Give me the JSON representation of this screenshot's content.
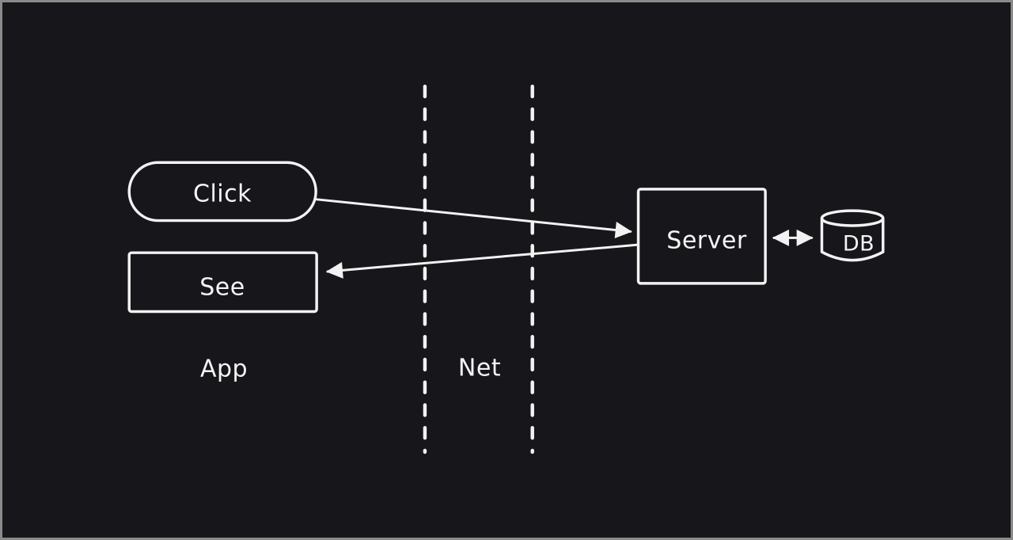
{
  "theme": {
    "canvas-bg": "#17171b",
    "frame-border": "#8a8a8a",
    "stroke": "#f2f2f2",
    "text": "#f5f5f5"
  },
  "diagram": {
    "style": "hand-drawn whiteboard sketch, white strokes on dark canvas",
    "nodes": {
      "click": {
        "label": "Click",
        "shape": "pill"
      },
      "see": {
        "label": "See",
        "shape": "rectangle"
      },
      "server": {
        "label": "Server",
        "shape": "rectangle"
      },
      "db": {
        "label": "DB",
        "shape": "cylinder"
      }
    },
    "zones": {
      "app": {
        "label": "App"
      },
      "net": {
        "label": "Net",
        "boundary": "two vertical dashed lines"
      }
    },
    "edges": [
      {
        "from": "click",
        "to": "server",
        "type": "arrow"
      },
      {
        "from": "server",
        "to": "see",
        "type": "arrow"
      },
      {
        "from": "server",
        "to": "db",
        "type": "double-arrow"
      }
    ]
  }
}
